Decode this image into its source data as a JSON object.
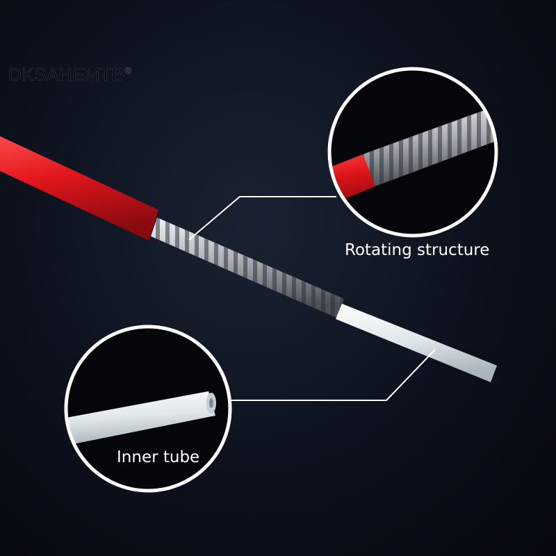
{
  "brand": {
    "name": "DKSAHEMTB",
    "mark": "®"
  },
  "callouts": {
    "rotating": {
      "label": "Rotating structure"
    },
    "inner": {
      "label": "Inner tube"
    }
  },
  "colors": {
    "background": "#0c111c",
    "outer_housing": "#e0161c",
    "steel_coil": "#b9bcc2",
    "inner_tube": "#dfe6ea",
    "callout_line": "#ffffff"
  }
}
